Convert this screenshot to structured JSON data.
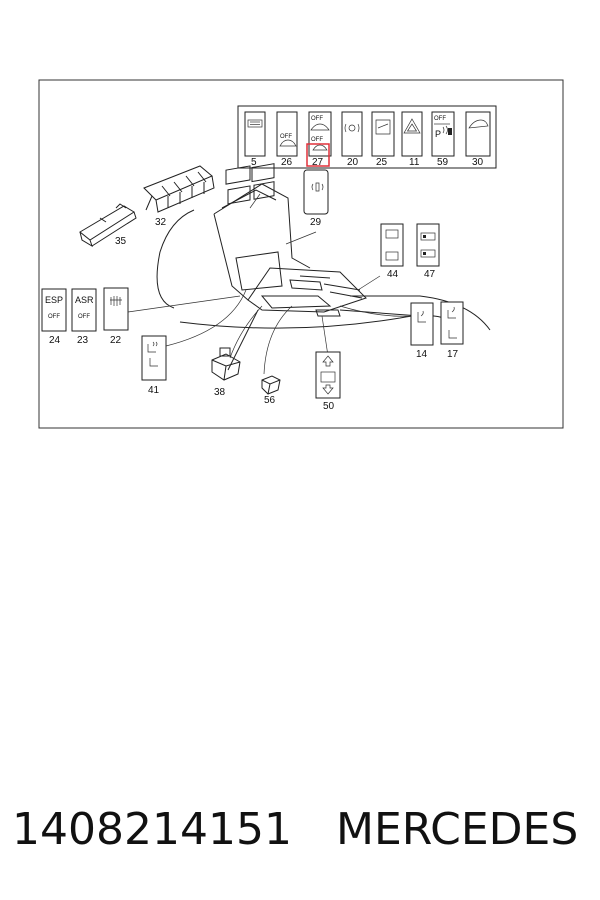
{
  "caption": {
    "part_number": "1408214151",
    "brand": "MERCEDES"
  },
  "highlight_color": "#e0303a",
  "top_panel": {
    "numbers": [
      "5",
      "26",
      "27",
      "20",
      "25",
      "11",
      "59",
      "30"
    ],
    "switch_texts": {
      "s26": "OFF",
      "s27a": "OFF",
      "s27b": "OFF",
      "s59": "OFF",
      "s59p": "P"
    }
  },
  "parts": {
    "p29": "29",
    "p35": "35",
    "p32": "32",
    "p44": "44",
    "p47": "47",
    "p24": "24",
    "p23": "23",
    "p22": "22",
    "p41": "41",
    "p38": "38",
    "p56": "56",
    "p50": "50",
    "p14": "14",
    "p17": "17"
  },
  "switch_labels": {
    "esp": "ESP",
    "esp_off": "OFF",
    "asr": "ASR",
    "asr_off": "OFF"
  },
  "icons": [
    "rear-defrost-icon",
    "car-off-icon",
    "level-off-icon",
    "sensor-icon",
    "window-icon",
    "hazard-icon",
    "parktronic-icon",
    "car-roof-icon"
  ]
}
